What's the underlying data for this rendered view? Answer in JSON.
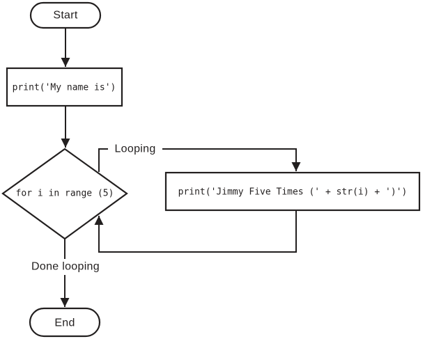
{
  "diagram": {
    "type": "flowchart",
    "colors": {
      "line": "#221f1f",
      "background": "#ffffff"
    },
    "nodes": {
      "start": {
        "type": "terminal",
        "label": "Start"
      },
      "print_name": {
        "type": "process",
        "label": "print('My name is')"
      },
      "for_loop": {
        "type": "decision",
        "label": "for i in range (5)"
      },
      "print_jimmy": {
        "type": "process",
        "label": "print('Jimmy Five Times (' + str(i) + ')')"
      },
      "end": {
        "type": "terminal",
        "label": "End"
      }
    },
    "edge_labels": {
      "looping": "Looping",
      "done_looping": "Done looping"
    }
  }
}
